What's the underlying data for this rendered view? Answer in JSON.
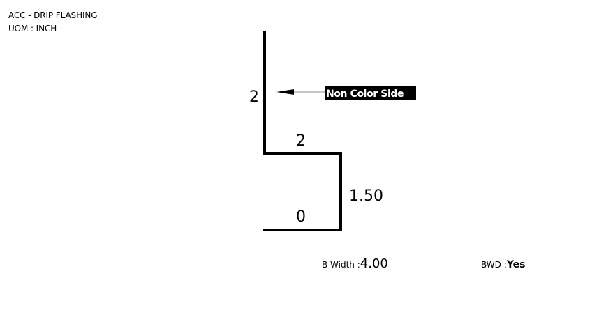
{
  "header": {
    "title": "ACC - DRIP FLASHING",
    "uom": "UOM : INCH"
  },
  "diagram": {
    "segments": [
      {
        "label": "2"
      },
      {
        "label": "2"
      },
      {
        "label": "1.50"
      },
      {
        "label": "0"
      }
    ],
    "annotation": "Non Color Side"
  },
  "footer": {
    "bwidth_label": "B Width :",
    "bwidth_value": "4.00",
    "bwd_label": "BWD :",
    "bwd_value": "Yes"
  },
  "colors": {
    "line": "#000000",
    "arrow": "#000000",
    "annotation_bg": "#000000",
    "annotation_text": "#ffffff"
  }
}
